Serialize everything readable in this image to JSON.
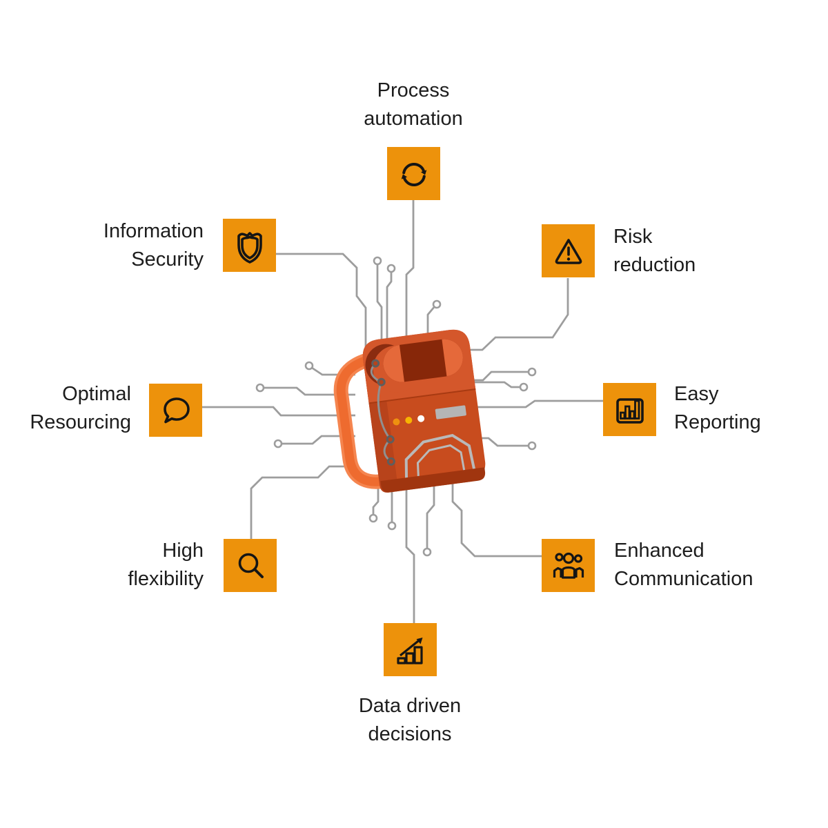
{
  "title": "Benefits infographic",
  "colors": {
    "accent_orange": "#ED920B",
    "line_gray": "#9D9D9D",
    "text": "#1D1D1D",
    "device_orange": "#C84C1E"
  },
  "nodes": [
    {
      "id": "process-automation",
      "lines": [
        "Process",
        "automation"
      ],
      "icon": "sync-icon"
    },
    {
      "id": "information-security",
      "lines": [
        "Information",
        "Security"
      ],
      "icon": "shield-icon"
    },
    {
      "id": "risk-reduction",
      "lines": [
        "Risk",
        "reduction"
      ],
      "icon": "warning-icon"
    },
    {
      "id": "optimal-resourcing",
      "lines": [
        "Optimal",
        "Resourcing"
      ],
      "icon": "speech-bubble-icon"
    },
    {
      "id": "easy-reporting",
      "lines": [
        "Easy",
        "Reporting"
      ],
      "icon": "bar-chart-icon"
    },
    {
      "id": "high-flexibility",
      "lines": [
        "High",
        "flexibility"
      ],
      "icon": "magnifier-icon"
    },
    {
      "id": "enhanced-communication",
      "lines": [
        "Enhanced",
        "Communication"
      ],
      "icon": "people-icon"
    },
    {
      "id": "data-driven-decisions",
      "lines": [
        "Data driven",
        "decisions"
      ],
      "icon": "growth-icon"
    }
  ]
}
